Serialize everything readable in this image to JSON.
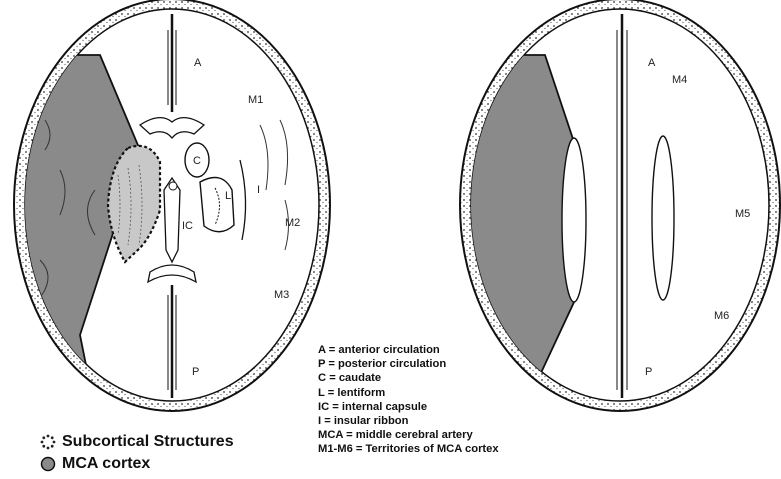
{
  "left_brain_labels": {
    "anterior": "A",
    "posterior": "P",
    "m1": "M1",
    "m2": "M2",
    "m3": "M3",
    "caudate": "C",
    "lentiform": "L",
    "internal_capsule": "IC",
    "insular": "I"
  },
  "right_brain_labels": {
    "anterior": "A",
    "posterior": "P",
    "m4": "M4",
    "m5": "M5",
    "m6": "M6"
  },
  "abbreviations": [
    "A = anterior circulation",
    "P = posterior circulation",
    "C = caudate",
    "L = lentiform",
    "IC = internal capsule",
    "I = insular ribbon",
    "MCA = middle cerebral artery",
    "M1-M6 = Territories of MCA cortex"
  ],
  "legend": {
    "subcortical": "Subcortical Structures",
    "cortex": "MCA cortex"
  },
  "colors": {
    "mca_cortex_fill": "#8a8a8a",
    "subcortical_fill": "#c8c8c8",
    "outline": "#111111"
  }
}
